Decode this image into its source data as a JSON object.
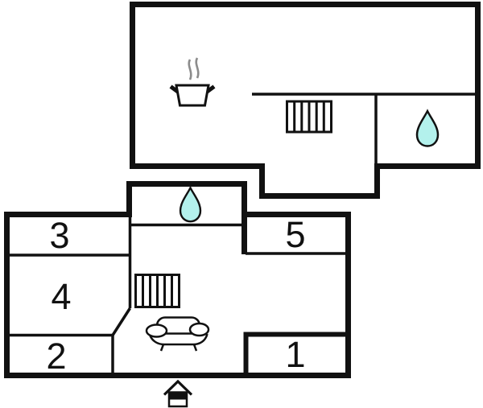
{
  "title": "Floor plan",
  "colors": {
    "wall": "#111111",
    "water": "#b3f1ec",
    "steam": "#8c8c8c",
    "background": "#ffffff"
  },
  "floors": {
    "upper": {
      "name": "upper-floor",
      "icons": [
        {
          "name": "stove-icon"
        },
        {
          "name": "radiator-icon"
        },
        {
          "name": "water-drop-icon"
        }
      ]
    },
    "lower": {
      "name": "lower-floor",
      "rooms": [
        {
          "id": "room-3",
          "label": "3"
        },
        {
          "id": "room-4",
          "label": "4"
        },
        {
          "id": "room-2",
          "label": "2"
        },
        {
          "id": "room-5",
          "label": "5"
        },
        {
          "id": "room-1",
          "label": "1"
        }
      ],
      "icons": [
        {
          "name": "water-drop-icon"
        },
        {
          "name": "radiator-icon"
        },
        {
          "name": "sofa-icon"
        },
        {
          "name": "entrance-icon"
        }
      ]
    }
  }
}
